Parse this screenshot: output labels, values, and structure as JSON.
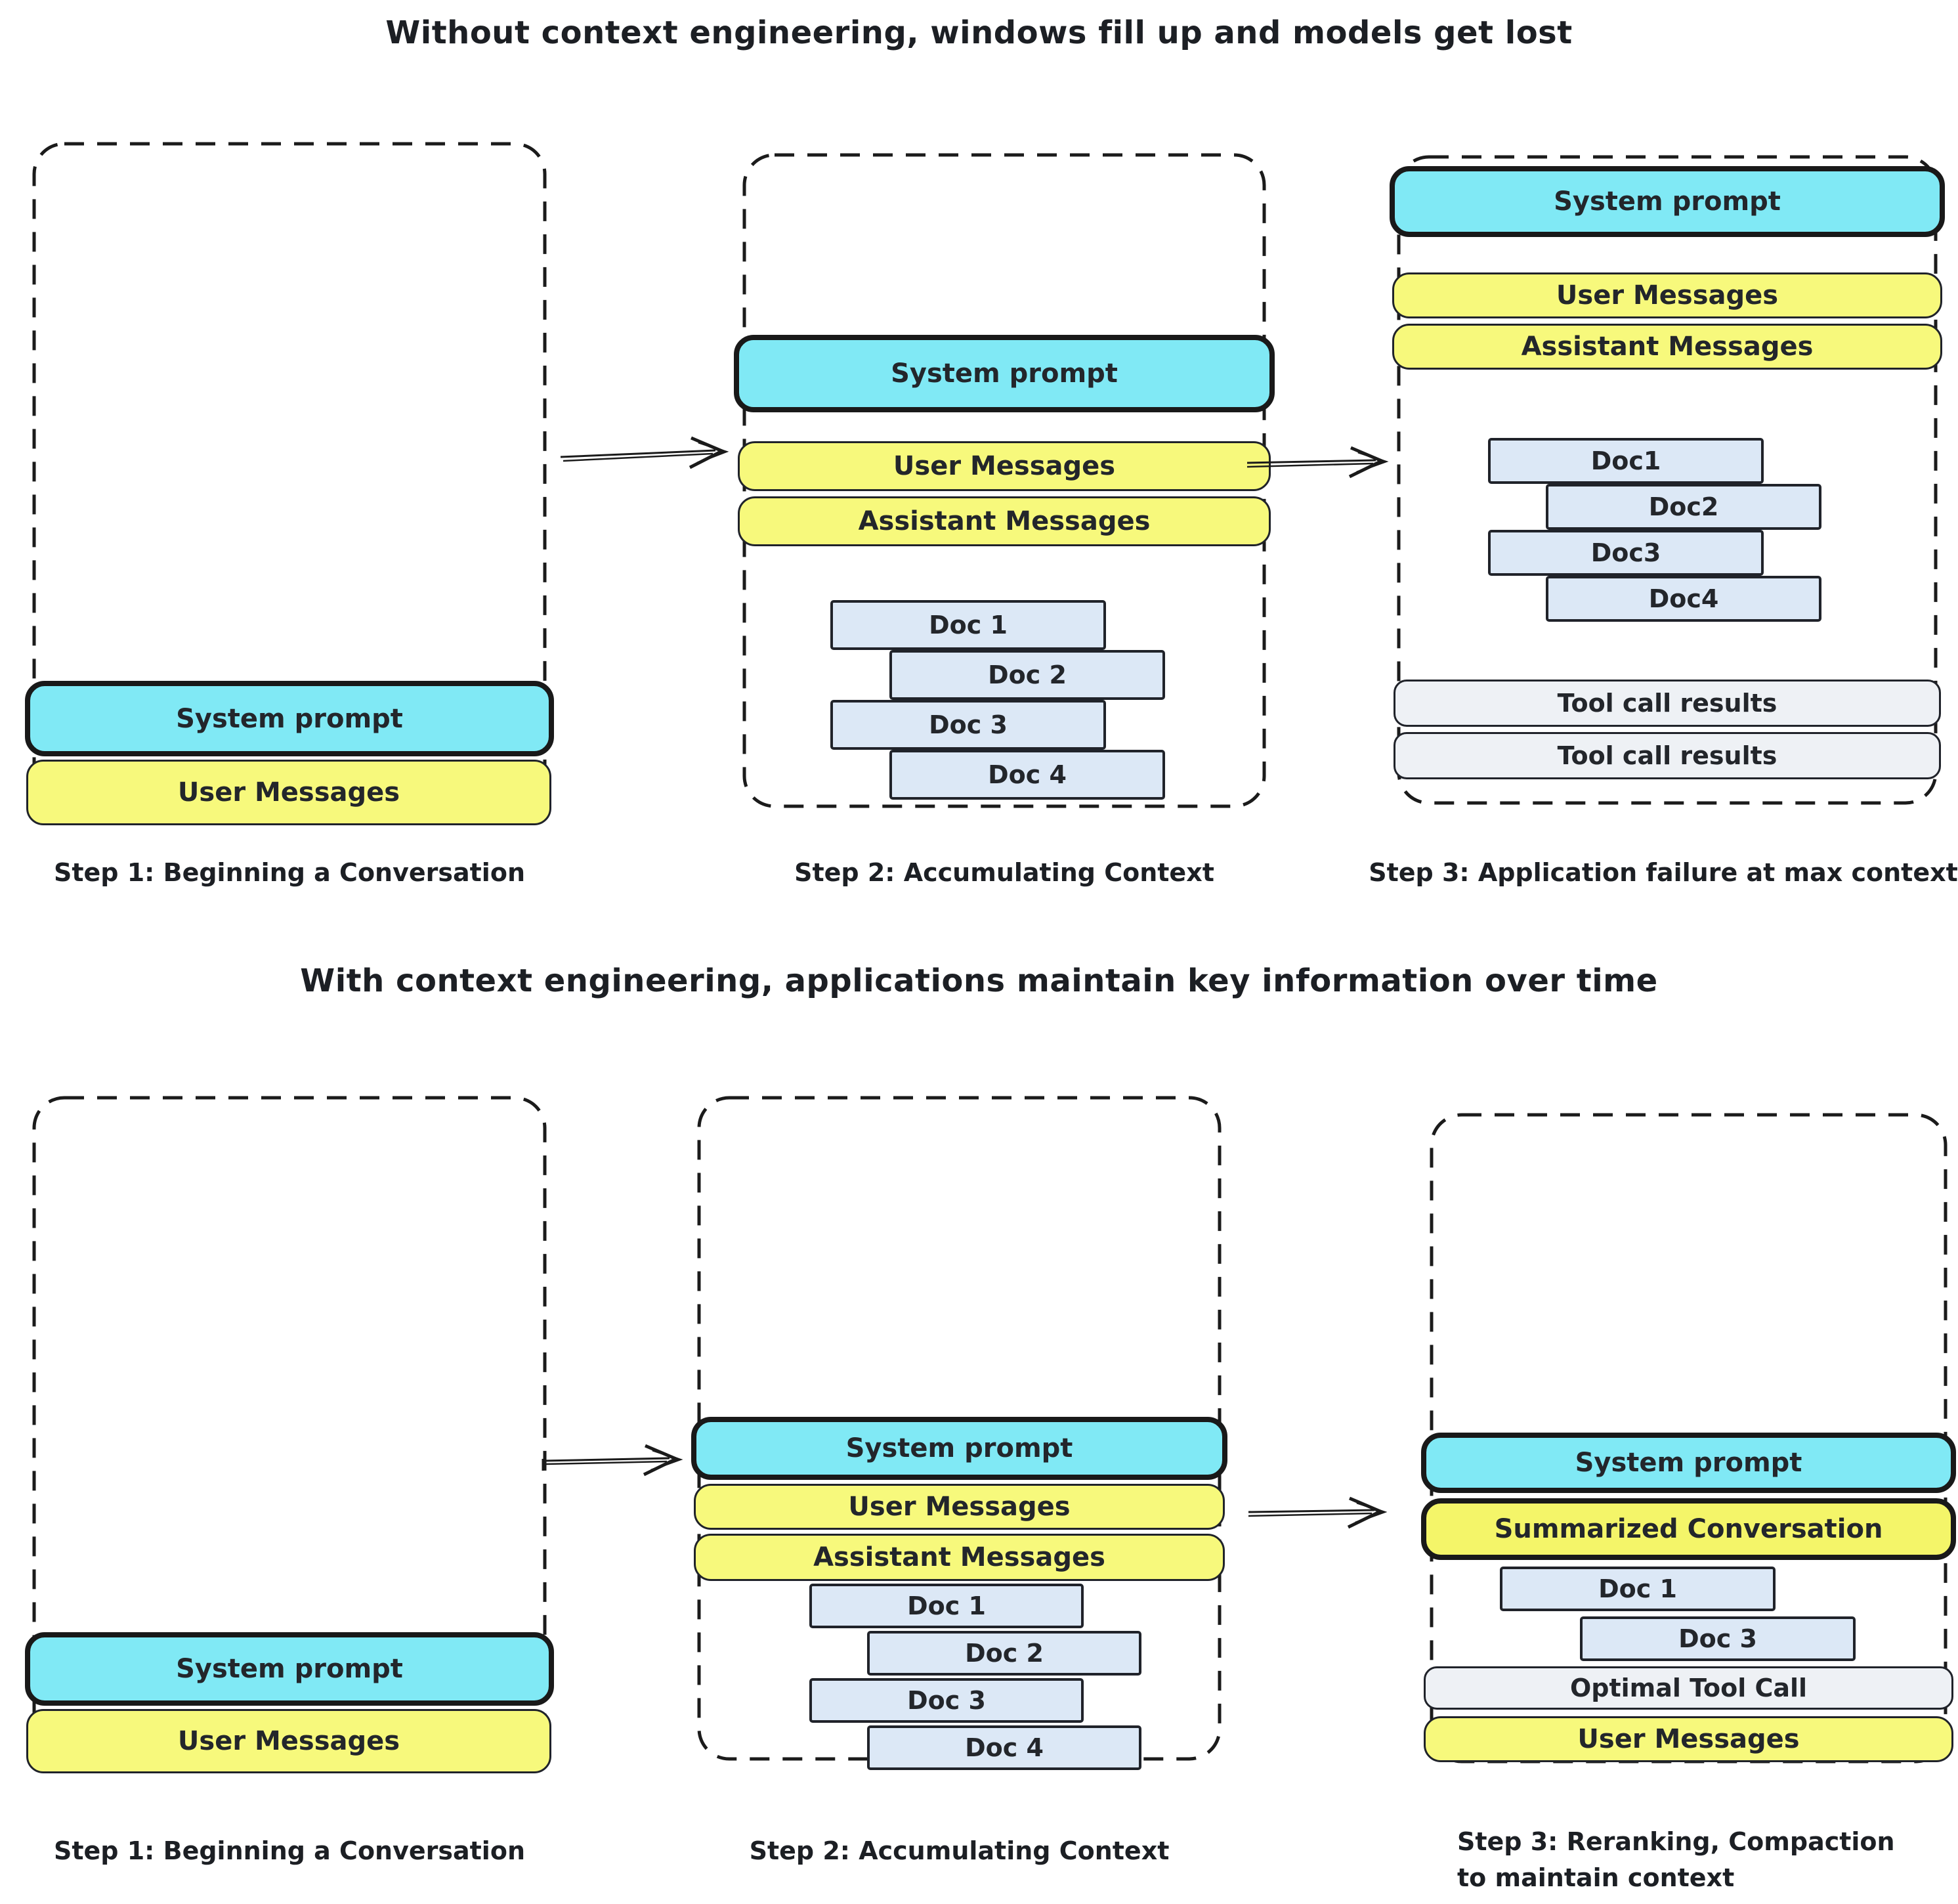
{
  "colors": {
    "cyan": "#80e9f5",
    "yellow": "#f7f97c",
    "doc_blue": "#dce8f6",
    "tool_gray": "#eef1f5",
    "ink": "#1b1b1b"
  },
  "sections": [
    {
      "title": "Without context engineering, windows fill up and models get lost",
      "panels": [
        {
          "caption": "Step 1: Beginning a Conversation",
          "boxes": [
            "System prompt",
            "User Messages"
          ]
        },
        {
          "caption": "Step 2: Accumulating Context",
          "boxes": [
            "System prompt",
            "User Messages",
            "Assistant Messages",
            "Doc 1",
            "Doc 2",
            "Doc 3",
            "Doc 4"
          ]
        },
        {
          "caption": "Step 3: Application failure at max context",
          "boxes": [
            "System prompt",
            "User Messages",
            "Assistant Messages",
            "Doc1",
            "Doc2",
            "Doc3",
            "Doc4",
            "Tool call results",
            "Tool call results"
          ]
        }
      ]
    },
    {
      "title": "With context engineering, applications maintain key information over time",
      "panels": [
        {
          "caption": "Step 1: Beginning a Conversation",
          "boxes": [
            "System prompt",
            "User Messages"
          ]
        },
        {
          "caption": "Step 2: Accumulating Context",
          "boxes": [
            "System prompt",
            "User Messages",
            "Assistant Messages",
            "Doc 1",
            "Doc 2",
            "Doc 3",
            "Doc 4"
          ]
        },
        {
          "caption": "Step 3: Reranking, Compaction to maintain context",
          "boxes": [
            "System prompt",
            "Summarized Conversation",
            "Doc 1",
            "Doc 3",
            "Optimal Tool Call",
            "User Messages"
          ]
        }
      ]
    }
  ]
}
